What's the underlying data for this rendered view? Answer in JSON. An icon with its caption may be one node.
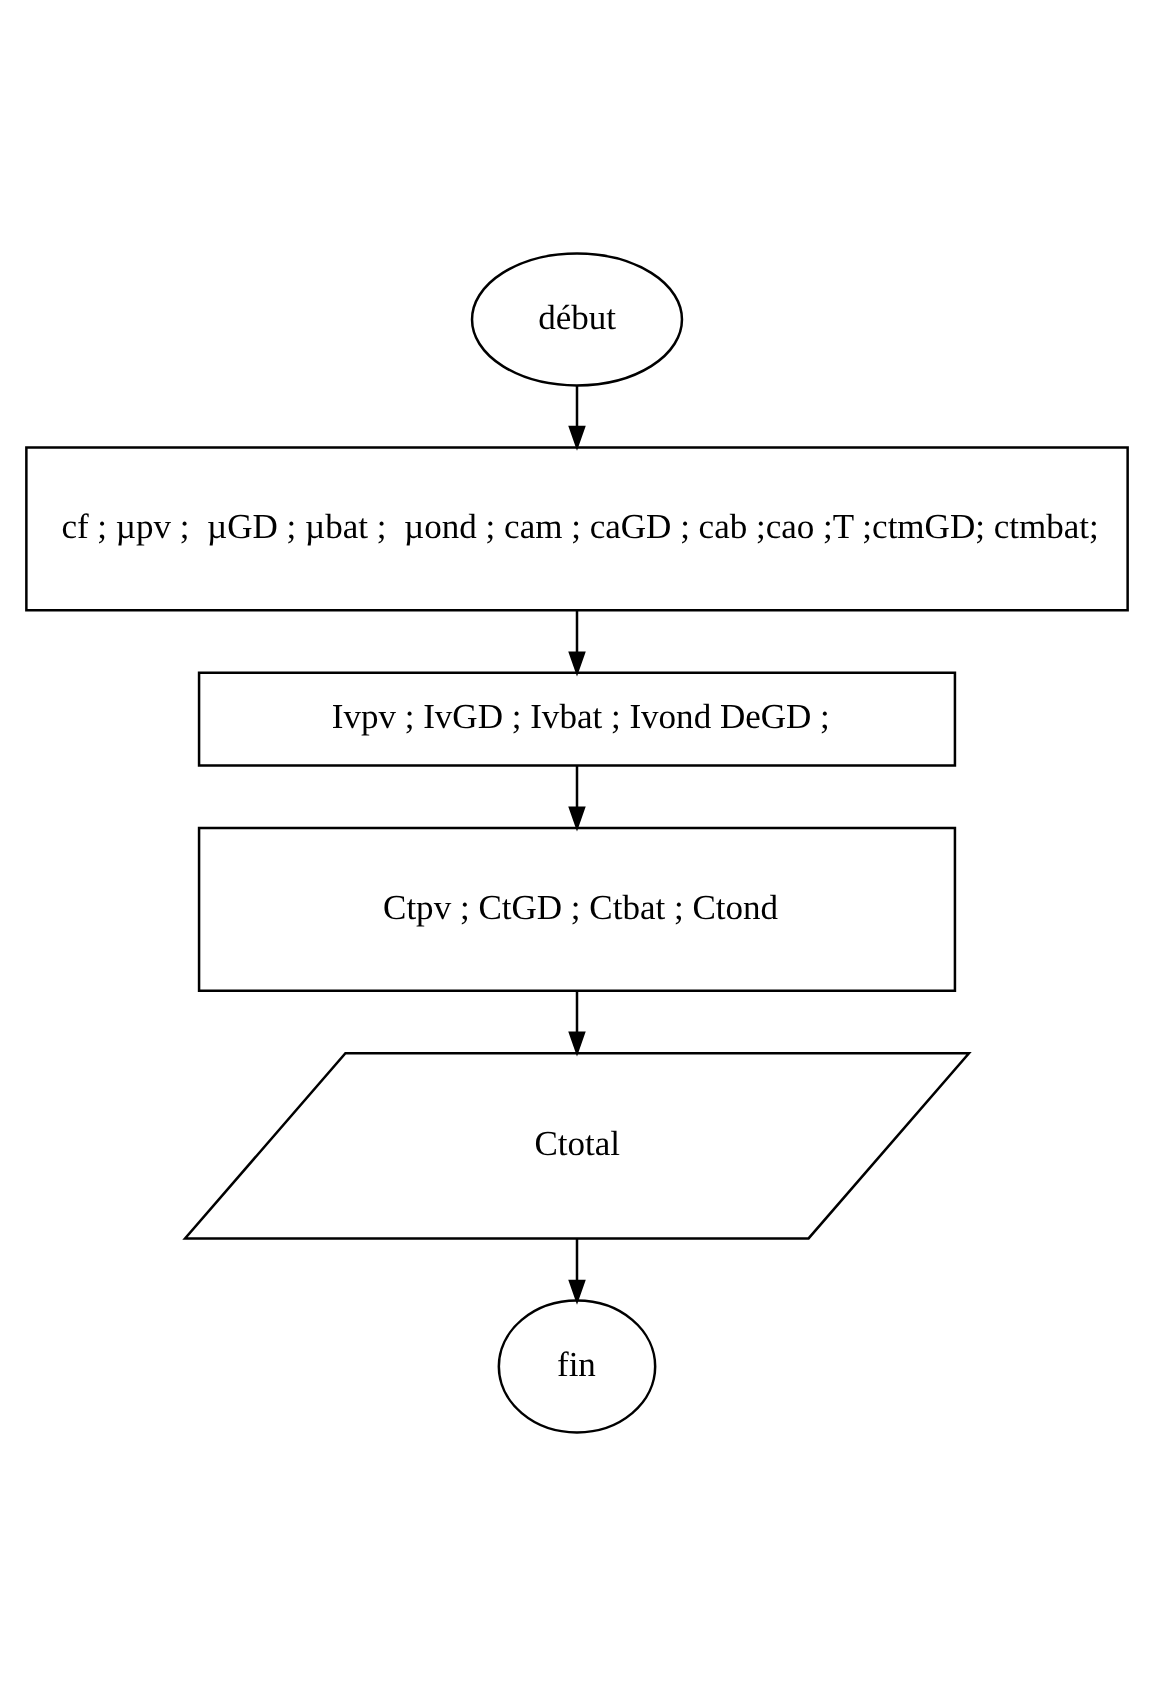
{
  "diagram": {
    "nodes": [
      {
        "text": [
          "début"
        ]
      },
      {
        "text": [
          "cf ; µpv ;  µGD ; µbat ;  µond ; cam ; caGD ; cab ;cao ;T ;ctmGD; ctmbat;"
        ]
      },
      {
        "text": [
          "Ivpv ; IvGD ; Ivbat ; Ivond DeGD ;"
        ]
      },
      {
        "text": [
          "Ctpv ; CtGD ; Ctbat ; Ctond"
        ]
      },
      {
        "text": [
          "Ctotal"
        ]
      },
      {
        "text": [
          "fin"
        ]
      }
    ],
    "edges": [
      {
        "from": 0,
        "to": 1,
        "arrow": "to"
      },
      {
        "from": 1,
        "to": 2,
        "arrow": "to"
      },
      {
        "from": 2,
        "to": 3,
        "arrow": "to"
      },
      {
        "from": 3,
        "to": 4,
        "arrow": "to"
      },
      {
        "from": 4,
        "to": 5,
        "arrow": "to"
      }
    ]
  }
}
